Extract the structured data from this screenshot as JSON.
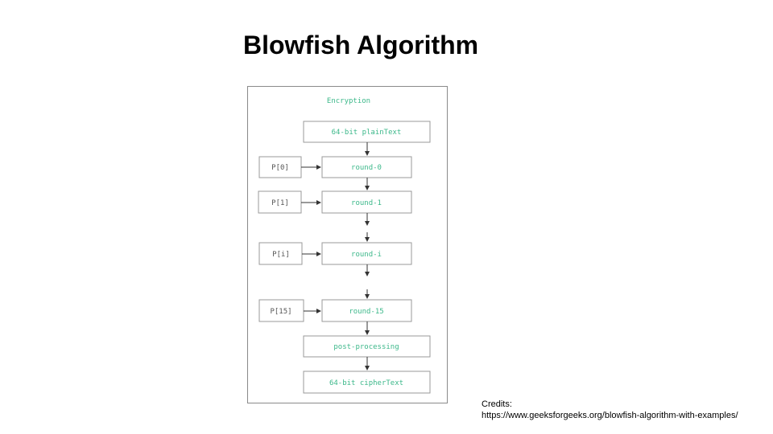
{
  "slide": {
    "title": "Blowfish Algorithm"
  },
  "diagram": {
    "heading": "Encryption",
    "nodes": {
      "plaintext": "64-bit plainText",
      "round_0": "round-0",
      "round_1": "round-1",
      "round_i": "round-i",
      "round_15": "round-15",
      "post_processing": "post-processing",
      "ciphertext": "64-bit cipherText"
    },
    "keys": {
      "p0": "P[0]",
      "p1": "P[1]",
      "pi": "P[i]",
      "p15": "P[15]"
    },
    "colors": {
      "label_text": "#3cb88a",
      "key_text": "#555555",
      "box_border": "#9a9a9a",
      "arrow": "#333333"
    }
  },
  "credits": {
    "label": "Credits:",
    "url": "https://www.geeksforgeeks.org/blowfish-algorithm-with-examples/"
  }
}
